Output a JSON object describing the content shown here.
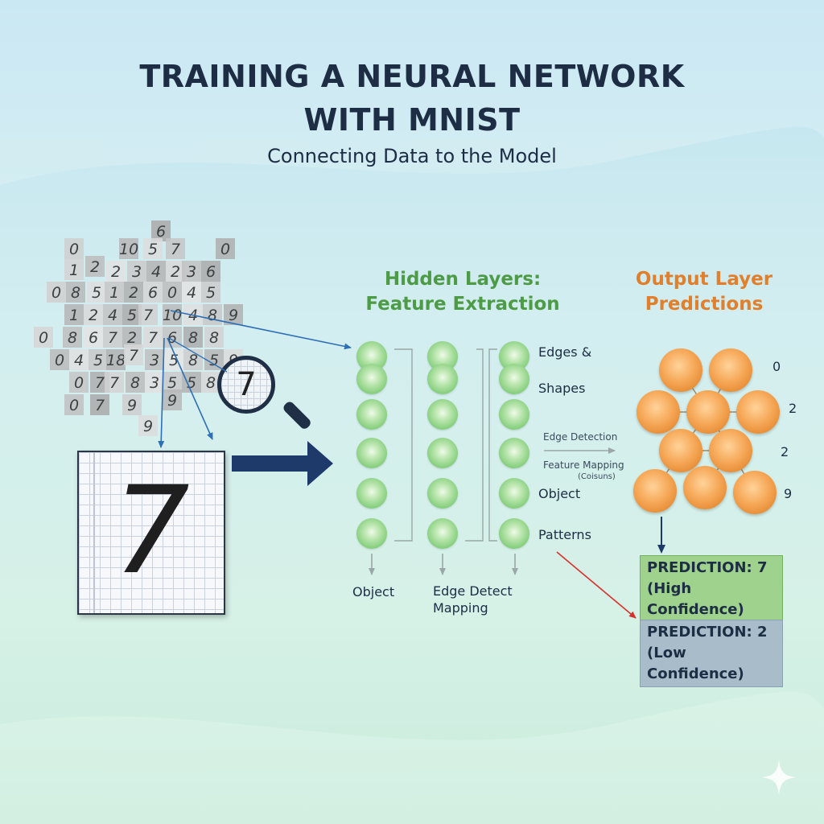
{
  "title": {
    "line1": "TRAINING A NEURAL NETWORK",
    "line2": "WITH MNIST"
  },
  "subtitle": "Connecting Data to the Model",
  "input": {
    "tiles": [
      "6",
      "0",
      "10",
      "5",
      "7",
      "0",
      "1",
      "2",
      "2",
      "3",
      "4",
      "2",
      "3",
      "6",
      "0",
      "8",
      "5",
      "1",
      "2",
      "6",
      "0",
      "4",
      "5",
      "1",
      "2",
      "4",
      "5",
      "7",
      "10",
      "4",
      "8",
      "9",
      "0",
      "8",
      "6",
      "7",
      "2",
      "7",
      "6",
      "8",
      "8",
      "0",
      "4",
      "5",
      "18",
      "7",
      "3",
      "5",
      "8",
      "5",
      "9",
      "0",
      "7",
      "7",
      "8",
      "3",
      "5",
      "5",
      "8",
      "0",
      "7",
      "9",
      "9",
      "9"
    ],
    "zoom_digit": "7",
    "big_digit": "7"
  },
  "hidden": {
    "title_line1": "Hidden Layers:",
    "title_line2": "Feature Extraction",
    "right_labels": {
      "edges": "Edges &",
      "shapes": "Shapes",
      "edge_detection": "Edge Detection",
      "feature_mapping": "Feature Mapping",
      "feature_mapping_sub": "(Coisuns)",
      "object": "Object",
      "patterns": "Patterns"
    },
    "bottom_labels": {
      "col1": "Object",
      "col2_line1": "Edge Detect",
      "col2_line2": "Mapping"
    }
  },
  "output": {
    "title_line1": "Output Layer",
    "title_line2": "Predictions",
    "class_labels": [
      "0",
      "2",
      "2",
      "9"
    ]
  },
  "predictions": {
    "high": {
      "line1": "PREDICTION: 7",
      "line2": "(High Confidence)"
    },
    "low": {
      "line1": "PREDICTION: 2",
      "line2": "(Low Confidence)"
    }
  },
  "colors": {
    "title": "#1d2d44",
    "hidden_accent": "#4e9b47",
    "output_accent": "#e07f2c",
    "arrow_blue": "#2f6fb5",
    "arrow_red": "#d9302c",
    "high_box": "#9ed28d",
    "low_box": "#a9bcc9"
  },
  "icons": [
    "magnifier-icon",
    "right-arrow-icon",
    "sparkle-icon"
  ]
}
